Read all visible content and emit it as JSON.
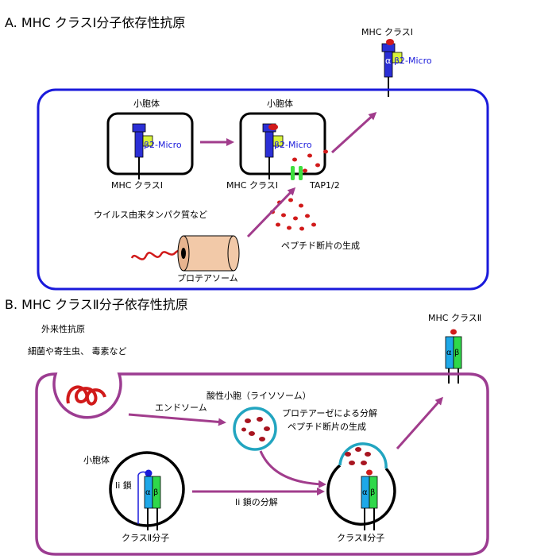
{
  "sectionA": {
    "title": "A. MHC クラスⅠ分子依存性抗原",
    "er_label": "小胞体",
    "mhc1_label": "MHC クラスⅠ",
    "beta2_label": "β2-Micro",
    "tap_label": "TAP1/2",
    "protein_label": "ウイルス由来タンパク質など",
    "peptide_label": "ペプチド断片の生成",
    "proteasome_label": "プロテアソーム",
    "surface_label": "MHC クラスⅠ",
    "surface_alpha": "α",
    "surface_beta2": "β2-Micro"
  },
  "sectionB": {
    "title": "B. MHC クラスⅡ分子依存性抗原",
    "exogenous_label": "外来性抗原",
    "examples_label": "細菌や寄生虫、 毒素など",
    "endosome_label": "エンドソーム",
    "lysosome_label": "酸性小胞（ライソソーム）",
    "protease_label": "プロテアーゼによる分解",
    "peptide_label": "ペプチド断片の生成",
    "er_label": "小胞体",
    "ii_label": "Ii 鎖",
    "ii_degradation_label": "Ii 鎖の分解",
    "class2_label_left": "クラスⅡ分子",
    "class2_label_right": "クラスⅡ分子",
    "surface_label": "MHC クラスⅡ",
    "alpha": "α",
    "beta": "β"
  },
  "colors": {
    "cell_blue": "#1a1adb",
    "cell_purple": "#9c3c91",
    "arrow": "#a13c8c",
    "mhc1_blue": "#2b2fd6",
    "beta2_yellow": "#d8f23a",
    "peptide_red": "#d11a1a",
    "tap_green": "#3ee03e",
    "alpha_cyan": "#1ea8e8",
    "beta_green": "#2fd84a",
    "lysosome_cyan": "#22a5c0",
    "proteasome_tan": "#f2c9a8"
  }
}
